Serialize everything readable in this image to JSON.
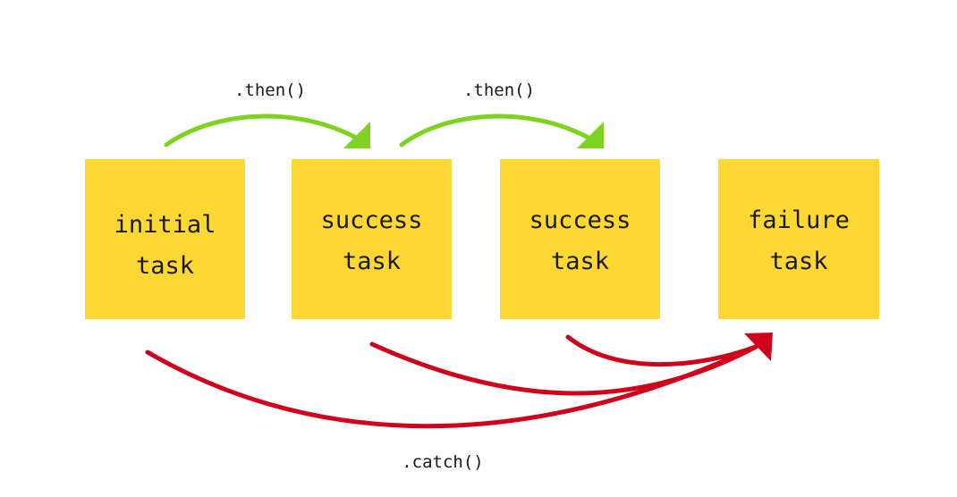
{
  "diagram": {
    "nodes": [
      {
        "id": "initial",
        "line1": "initial",
        "line2": "task"
      },
      {
        "id": "success1",
        "line1": "success",
        "line2": "task"
      },
      {
        "id": "success2",
        "line1": "success",
        "line2": "task"
      },
      {
        "id": "failure",
        "line1": "failure",
        "line2": "task"
      }
    ],
    "edges": {
      "then_label_1": ".then()",
      "then_label_2": ".then()",
      "catch_label": ".catch()"
    },
    "colors": {
      "box": "#FDD835",
      "then_arrow": "#7ED321",
      "catch_arrow": "#D0021B"
    }
  }
}
